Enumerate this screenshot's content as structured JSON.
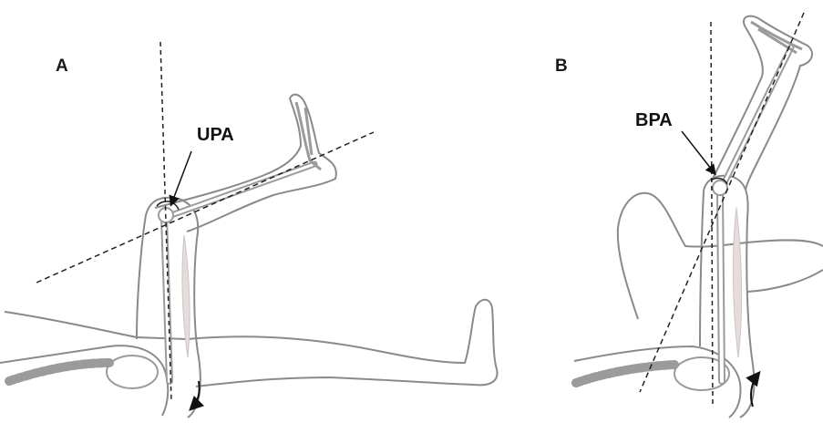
{
  "panels": [
    {
      "letter": "A",
      "angle_label": "UPA"
    },
    {
      "letter": "B",
      "angle_label": "BPA"
    }
  ],
  "colors": {
    "outline": "#8a8a8a",
    "bone": "#9b9b9b",
    "muscle": "#e6dcdc",
    "guide_line": "#222222",
    "text": "#111111"
  },
  "icons": [
    "curved-arrow-icon",
    "pointer-arrow-icon"
  ]
}
